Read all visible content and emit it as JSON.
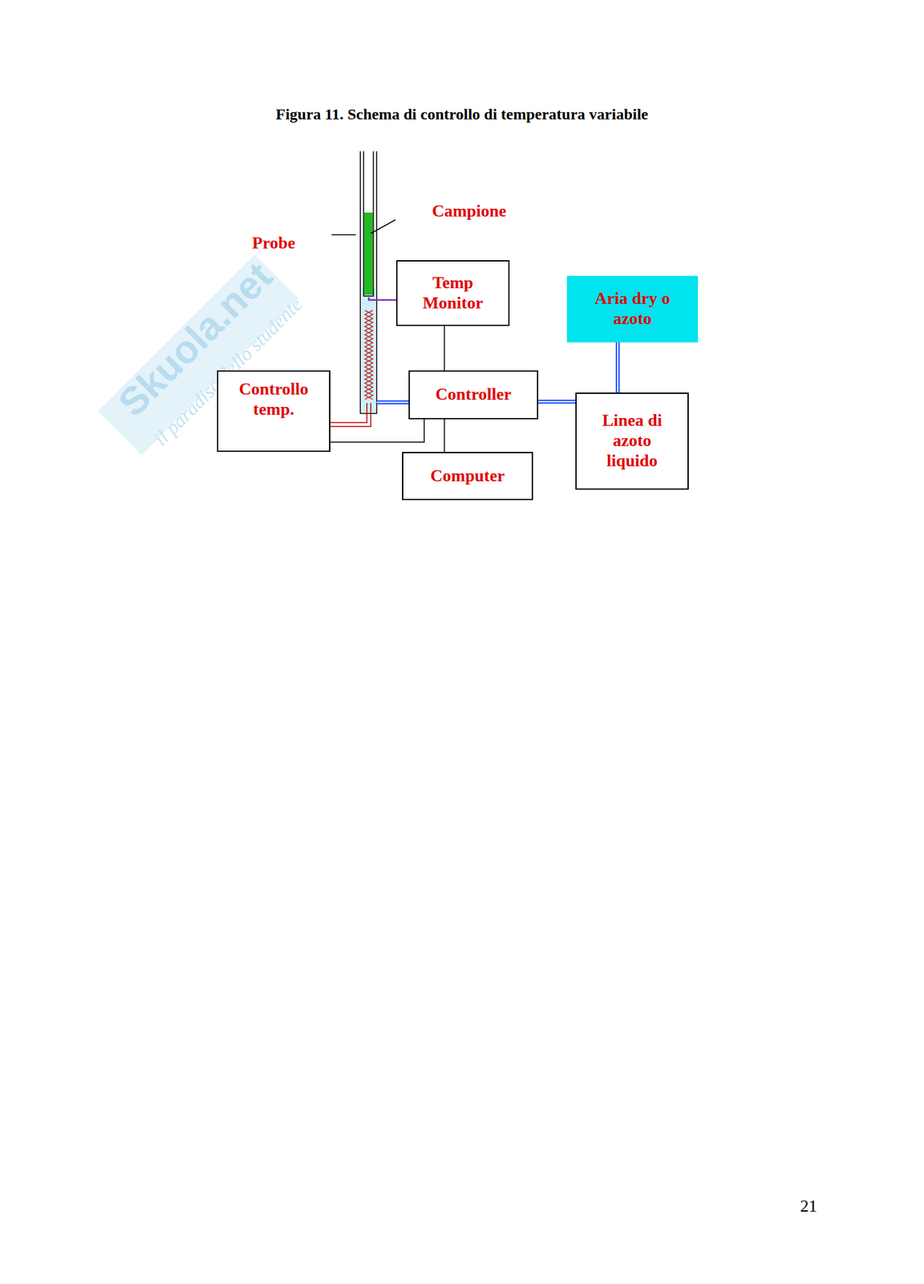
{
  "diagram": {
    "title": "Figura 11. Schema di controllo di temperatura variabile",
    "nodes": [
      {
        "text": [
          "Temp Monitor"
        ]
      },
      {
        "text": [
          "Aria dry o azoto"
        ]
      },
      {
        "text": [
          "Controllo temp."
        ]
      },
      {
        "text": [
          "Controller"
        ]
      },
      {
        "text": [
          "Linea di azoto liquido"
        ]
      },
      {
        "text": [
          "Computer"
        ]
      }
    ],
    "edges": [
      {
        "from": 0,
        "to": 3,
        "arrow": "none"
      },
      {
        "from": 3,
        "to": 5,
        "arrow": "none"
      },
      {
        "from": 1,
        "to": 4,
        "arrow": "none"
      },
      {
        "from": 3,
        "to": 4,
        "arrow": "none"
      },
      {
        "from": 3,
        "to": 2,
        "arrow": "none"
      }
    ],
    "labels": [
      "Campione",
      "Probe",
      "21",
      "Skuola.net",
      "il paradiso dello studente"
    ]
  }
}
